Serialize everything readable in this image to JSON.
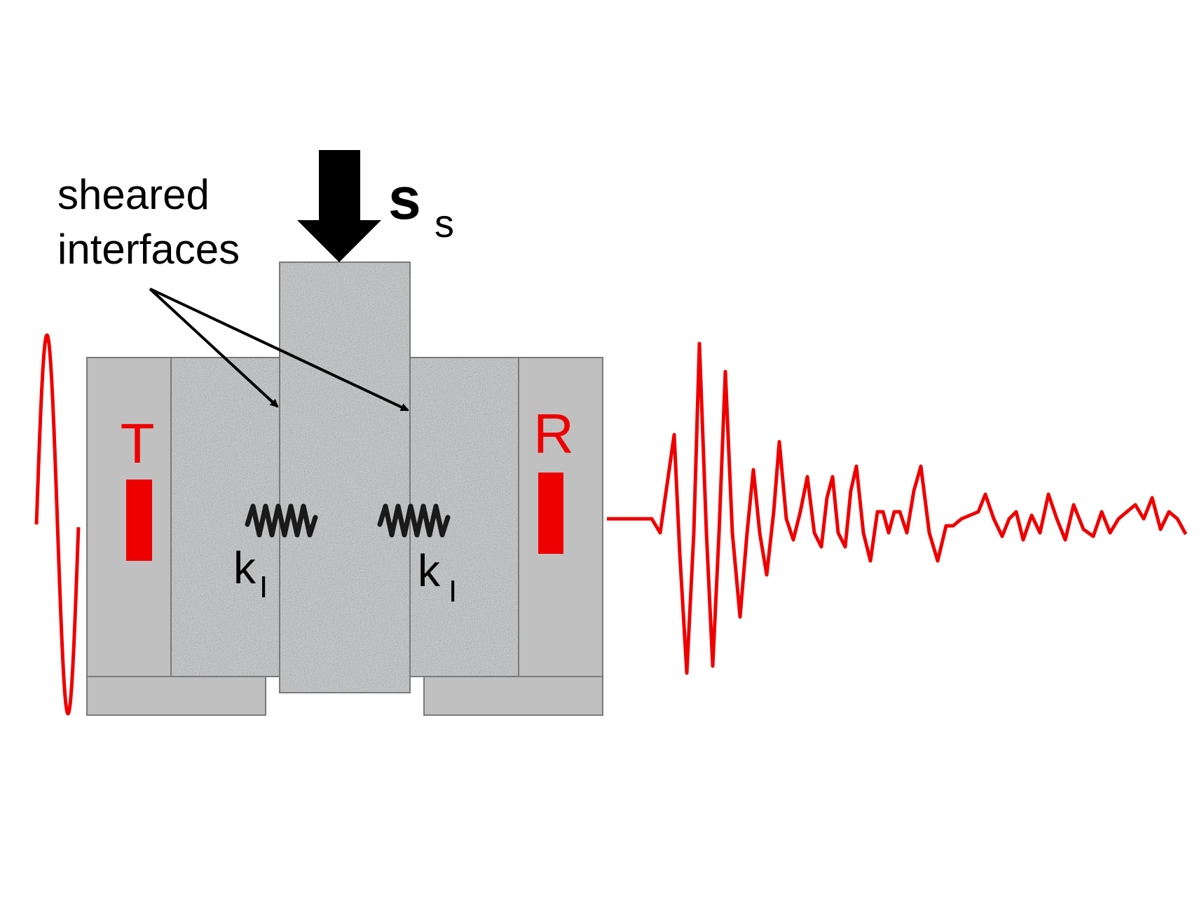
{
  "labels": {
    "sheared_line1": "sheared",
    "sheared_line2": "interfaces",
    "stress_symbol": "s",
    "stress_subscript": "s",
    "spring_left_main": "k",
    "spring_left_sub": "I",
    "spring_right_main": "k",
    "spring_right_sub": "I",
    "transmitter": "T",
    "receiver": "R"
  },
  "colors": {
    "signal": "#ee0000",
    "steel": "#c0c0c0",
    "granite": "#cfd0d1",
    "outline": "#7a7a7a",
    "ink": "#000000"
  },
  "icons": {
    "load_arrow": "down-arrow-icon",
    "spring": "coil-spring-icon"
  }
}
